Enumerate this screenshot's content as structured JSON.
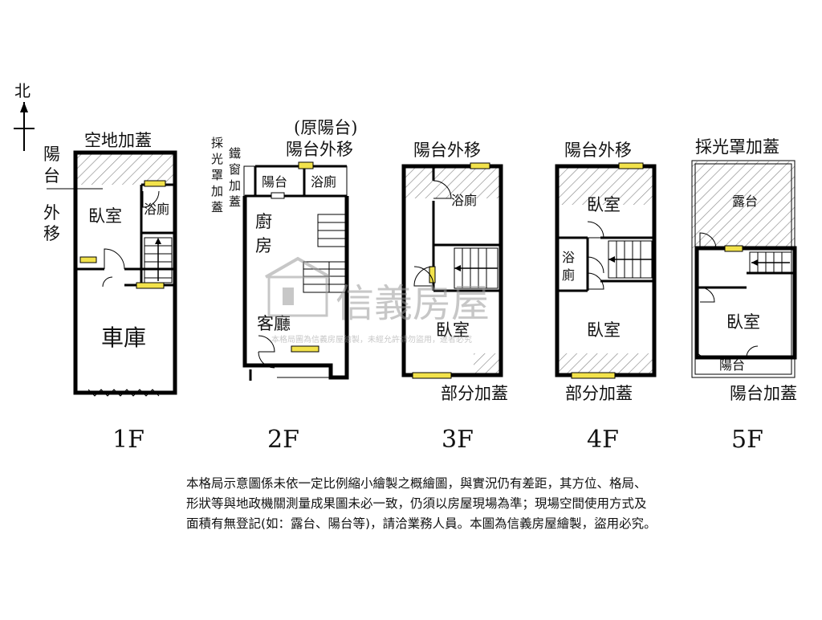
{
  "compass": {
    "north": "北"
  },
  "floors": [
    {
      "name": "1F",
      "labels": {
        "top": "空地加蓋",
        "side": [
          "陽",
          "台",
          "外",
          "移"
        ],
        "room1": "臥室",
        "bath": "浴廁",
        "garage": "車庫"
      }
    },
    {
      "name": "2F",
      "labels": {
        "top1": "(原陽台)",
        "top2": "陽台外移",
        "side1": [
          "採",
          "光",
          "罩",
          "加",
          "蓋"
        ],
        "side2": [
          "鐵",
          "窗",
          "加",
          "蓋"
        ],
        "balcony": "陽台",
        "bath": "浴廁",
        "kitchen": [
          "廚",
          "房"
        ],
        "living": "客廳"
      }
    },
    {
      "name": "3F",
      "labels": {
        "top": "陽台外移",
        "bath": "浴廁",
        "bedroom": "臥室",
        "bottom": "部分加蓋"
      }
    },
    {
      "name": "4F",
      "labels": {
        "top": "陽台外移",
        "bedroom1": "臥室",
        "bath": [
          "浴",
          "廁"
        ],
        "bedroom2": "臥室",
        "bottom": "部分加蓋"
      }
    },
    {
      "name": "5F",
      "labels": {
        "top": "採光罩加蓋",
        "terrace": "露台",
        "bedroom": "臥室",
        "balcony": "陽台",
        "bottom": "陽台加蓋"
      }
    }
  ],
  "watermark": {
    "brand": "信義房屋",
    "notice": "本格局圖為信義房屋繪製，未經允許請勿盜用，違者必究"
  },
  "disclaimer": [
    "本格局示意圖係未依一定比例縮小繪製之概繪圖，與實況仍有差距，其方位、格局、",
    "形狀等與地政機關測量成果圖未必一致，仍須以房屋現場為準；現場空間使用方式及",
    "面積有無登記(如：露台、陽台等)，請洽業務人員。本圖為信義房屋繪製，盜用必究。"
  ]
}
